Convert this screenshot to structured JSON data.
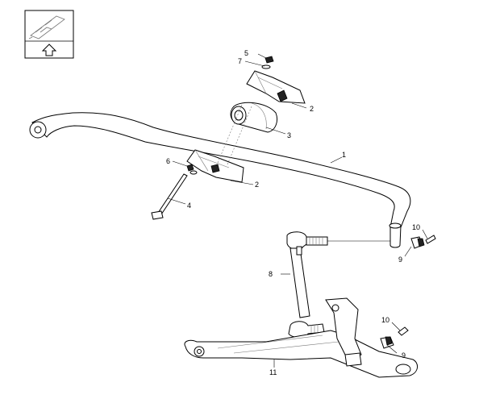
{
  "labels": {
    "p1": "1",
    "p2a": "2",
    "p2b": "2",
    "p3": "3",
    "p4": "4",
    "p5": "5",
    "p6": "6",
    "p7": "7",
    "p8": "8",
    "p9a": "9",
    "p9b": "9",
    "p10a": "10",
    "p10b": "10",
    "p11": "11"
  },
  "icons": {
    "orientation": "orientation-arrow-icon"
  }
}
